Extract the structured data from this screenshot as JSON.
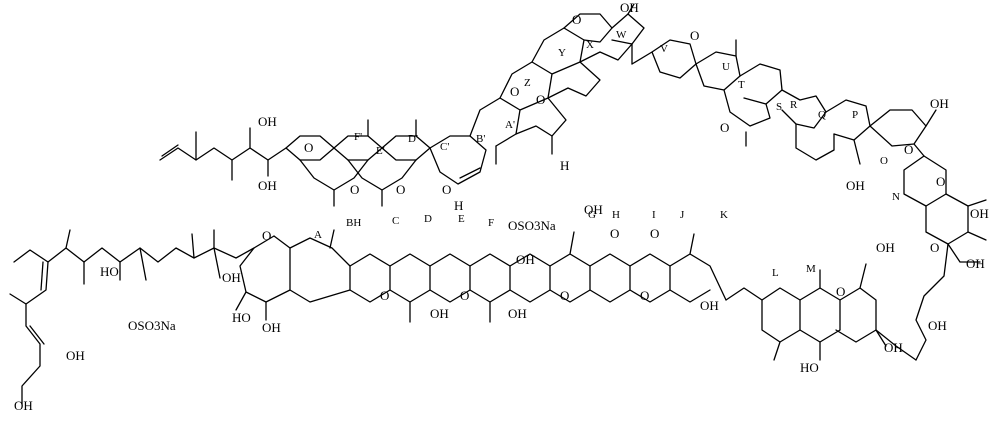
{
  "figure": {
    "ring_labels": [
      "F'",
      "E'",
      "D'",
      "C'",
      "B'",
      "A'",
      "Z",
      "Y",
      "X",
      "W",
      "V",
      "U",
      "T",
      "S",
      "R",
      "Q",
      "P",
      "O",
      "N",
      "M",
      "L",
      "K",
      "J",
      "I",
      "H",
      "G",
      "F",
      "E",
      "D",
      "C",
      "BH",
      "A"
    ],
    "groups": {
      "oh": "OH",
      "ho": "HO",
      "h": "H",
      "o": "O",
      "sulfate_upper": "OSO3Na",
      "sulfate_lower": "OSO3Na"
    }
  }
}
